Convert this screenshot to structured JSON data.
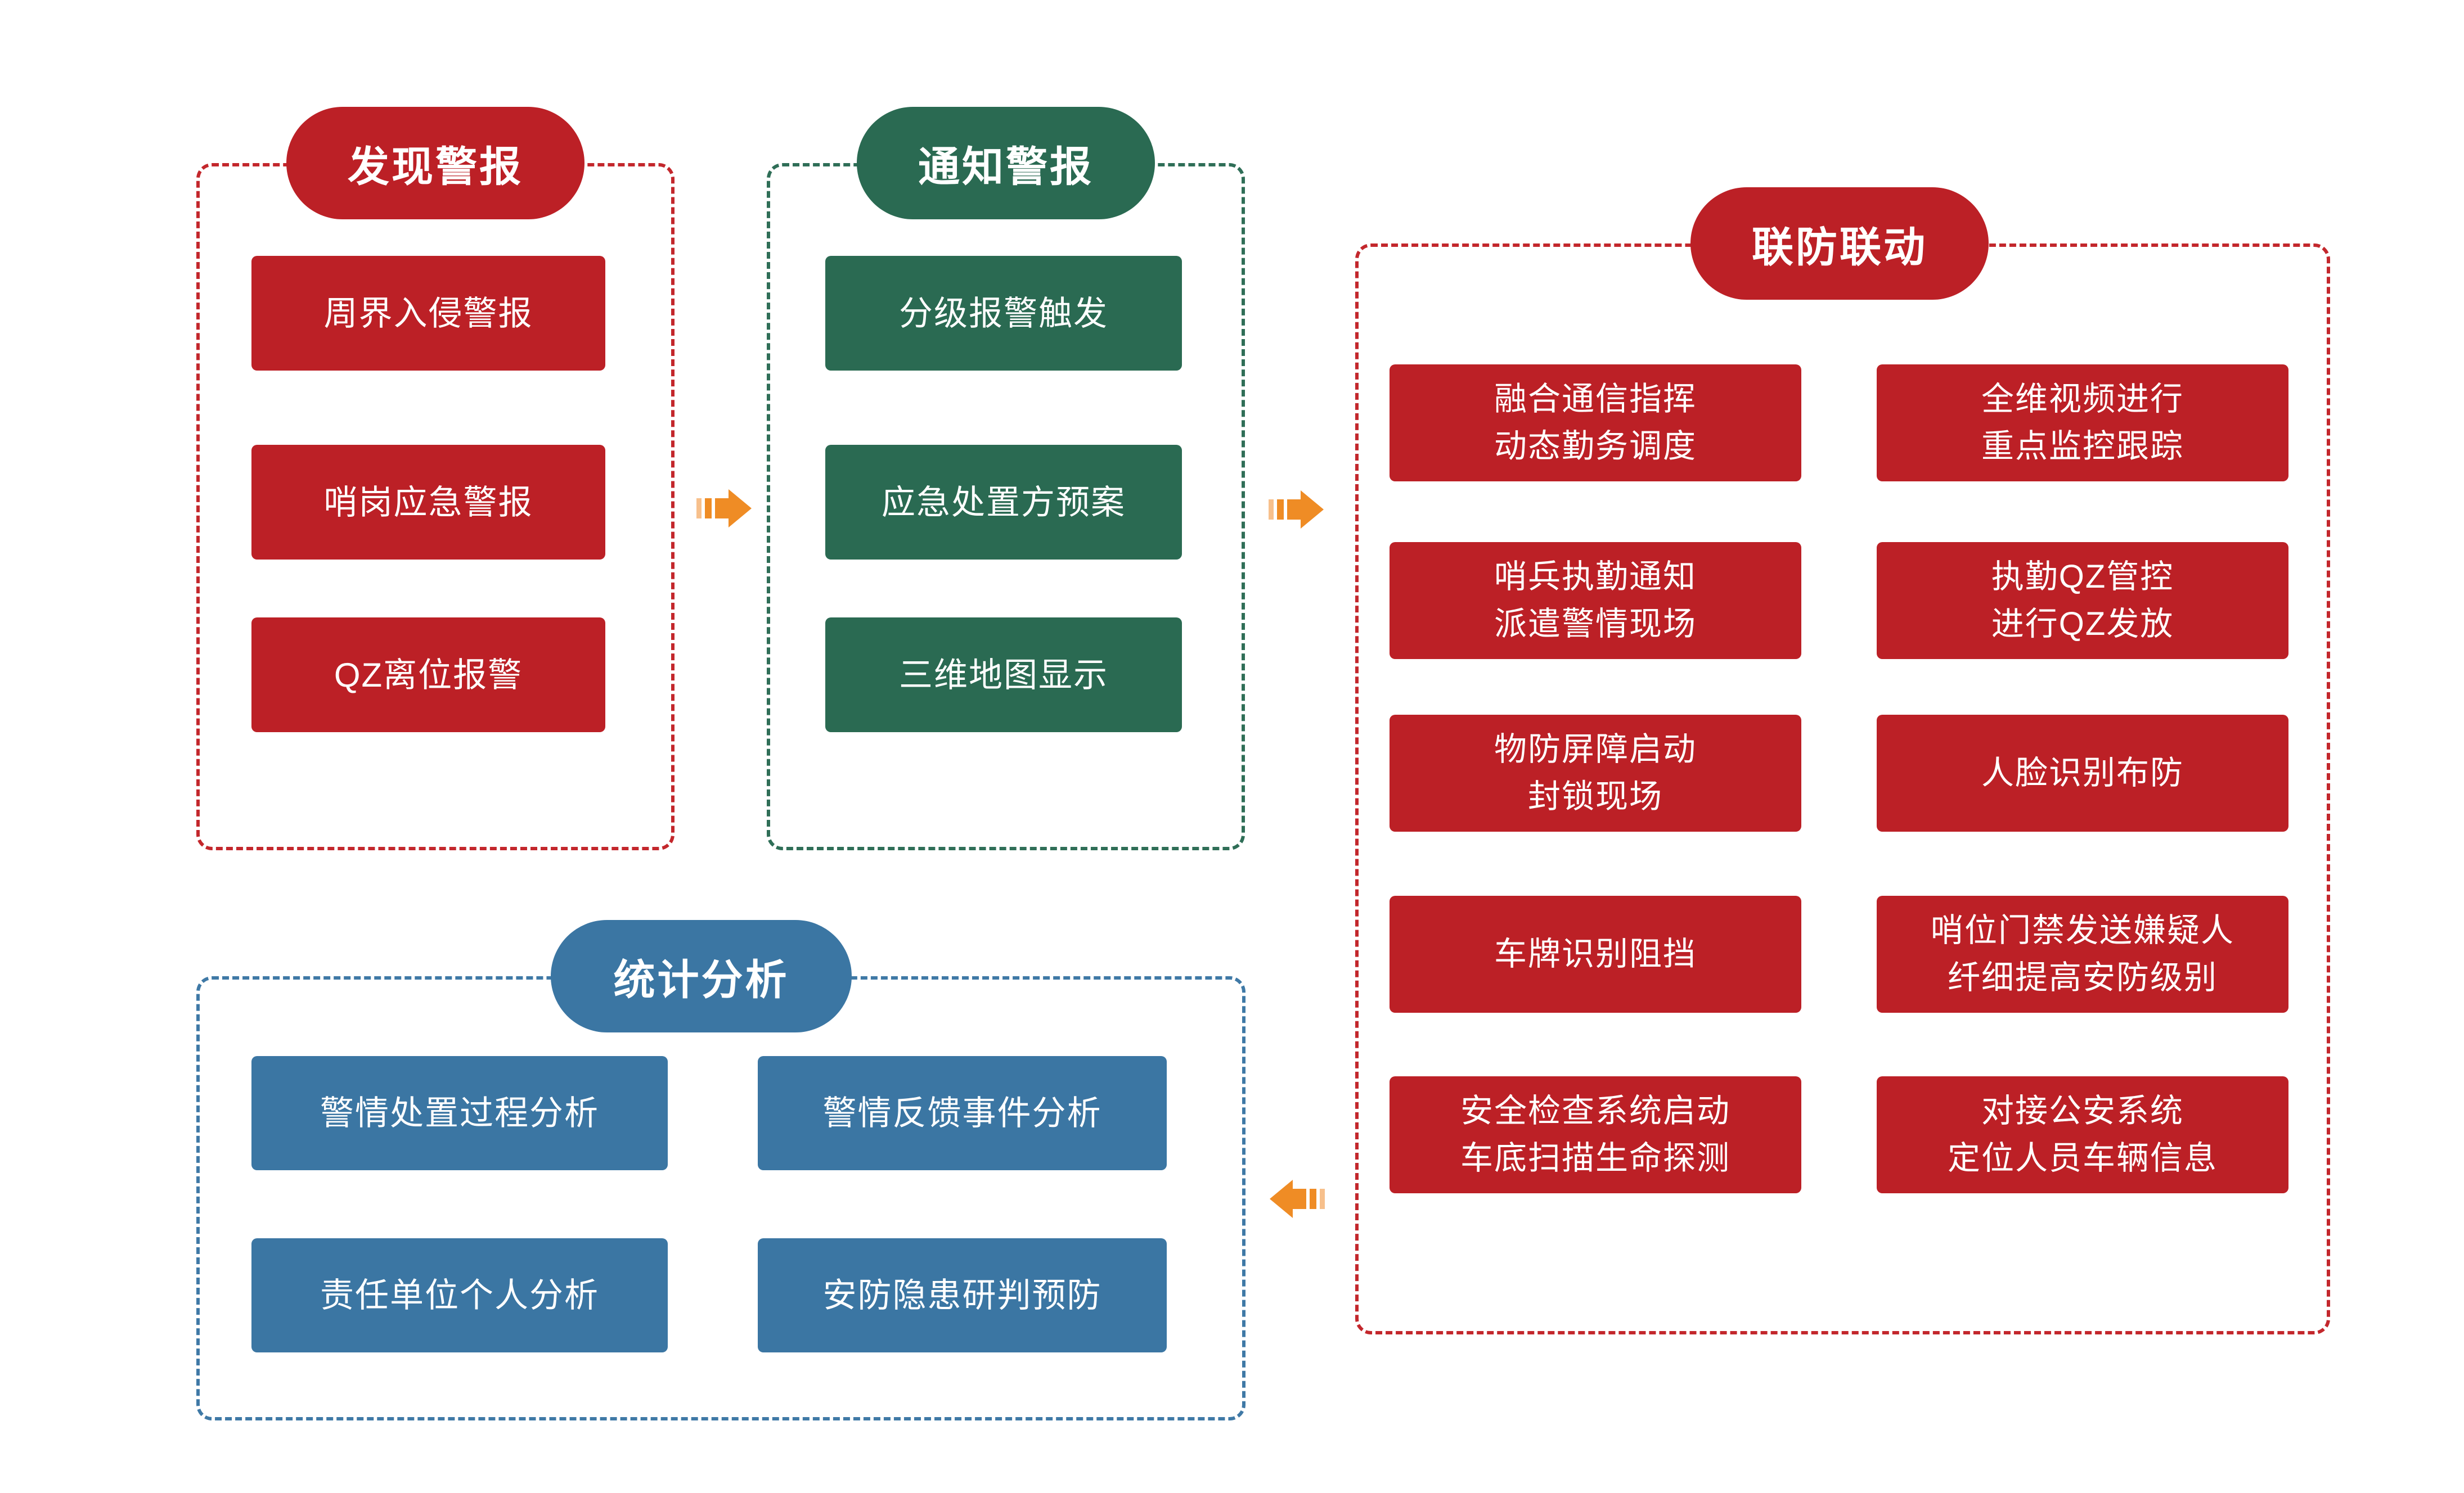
{
  "diagram": {
    "sections": {
      "discover": {
        "title": "发现警报",
        "items": [
          "周界入侵警报",
          "哨岗应急警报",
          "QZ离位报警"
        ]
      },
      "notify": {
        "title": "通知警报",
        "items": [
          "分级报警触发",
          "应急处置方预案",
          "三维地图显示"
        ]
      },
      "joint": {
        "title": "联防联动",
        "left_items": [
          "融合通信指挥\n动态勤务调度",
          "哨兵执勤通知\n派遣警情现场",
          "物防屏障启动\n封锁现场",
          "车牌识别阻挡",
          "安全检查系统启动\n车底扫描生命探测"
        ],
        "right_items": [
          "全维视频进行\n重点监控跟踪",
          "执勤QZ管控\n进行QZ发放",
          "人脸识别布防",
          "哨位门禁发送嫌疑人\n纤细提高安防级别",
          "对接公安系统\n定位人员车辆信息"
        ]
      },
      "statistics": {
        "title": "统计分析",
        "items": [
          "警情处置过程分析",
          "警情反馈事件分析",
          "责任单位个人分析",
          "安防隐患研判预防"
        ]
      }
    },
    "colors": {
      "red": "#BC2026",
      "green": "#2A6A52",
      "blue": "#3B76A3",
      "dash_red": "#C3272C",
      "dash_green": "#2F6E57",
      "dash_blue": "#3F79A6",
      "arrow_orange": "#EF8C25",
      "arrow_orange_light": "#F7C08C"
    }
  }
}
